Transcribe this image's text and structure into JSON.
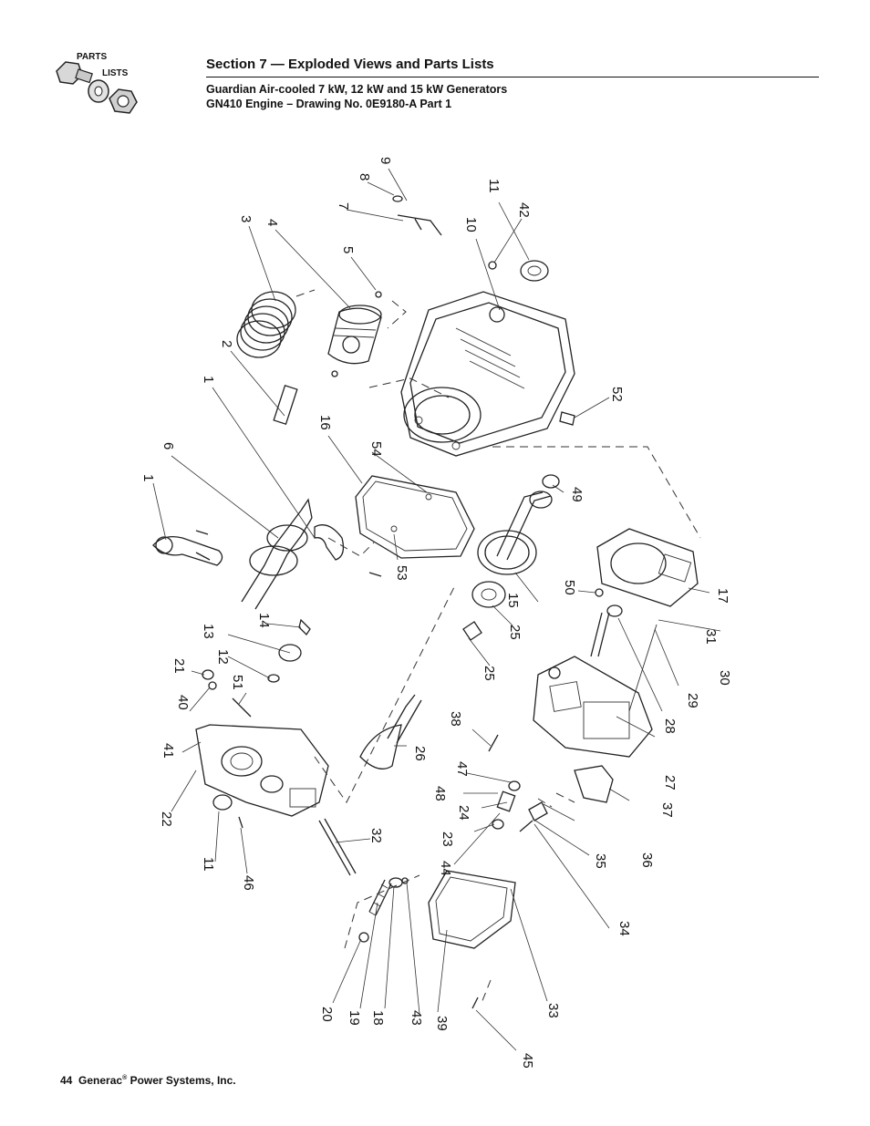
{
  "header": {
    "logo_line1": "PARTS",
    "logo_line2": "LISTS",
    "section_title": "Section 7 — Exploded Views and Parts Lists",
    "subtitle1": "Guardian Air-cooled 7 kW, 12 kW and 15 kW Generators",
    "subtitle2": "GN410 Engine – Drawing No. 0E9180-A Part 1"
  },
  "callouts": [
    {
      "id": "c1a",
      "text": "1"
    },
    {
      "id": "c1b",
      "text": "1"
    },
    {
      "id": "c2",
      "text": "2"
    },
    {
      "id": "c3",
      "text": "3"
    },
    {
      "id": "c4",
      "text": "4"
    },
    {
      "id": "c5",
      "text": "5"
    },
    {
      "id": "c6",
      "text": "6"
    },
    {
      "id": "c7",
      "text": "7"
    },
    {
      "id": "c8",
      "text": "8"
    },
    {
      "id": "c9",
      "text": "9"
    },
    {
      "id": "c10",
      "text": "10"
    },
    {
      "id": "c11a",
      "text": "11"
    },
    {
      "id": "c11b",
      "text": "11"
    },
    {
      "id": "c12",
      "text": "12"
    },
    {
      "id": "c13",
      "text": "13"
    },
    {
      "id": "c14",
      "text": "14"
    },
    {
      "id": "c15",
      "text": "15"
    },
    {
      "id": "c16",
      "text": "16"
    },
    {
      "id": "c17",
      "text": "17"
    },
    {
      "id": "c18",
      "text": "18"
    },
    {
      "id": "c19",
      "text": "19"
    },
    {
      "id": "c20",
      "text": "20"
    },
    {
      "id": "c21",
      "text": "21"
    },
    {
      "id": "c22",
      "text": "22"
    },
    {
      "id": "c23",
      "text": "23"
    },
    {
      "id": "c24",
      "text": "24"
    },
    {
      "id": "c25a",
      "text": "25"
    },
    {
      "id": "c25b",
      "text": "25"
    },
    {
      "id": "c26",
      "text": "26"
    },
    {
      "id": "c27",
      "text": "27"
    },
    {
      "id": "c28",
      "text": "28"
    },
    {
      "id": "c29",
      "text": "29"
    },
    {
      "id": "c30",
      "text": "30"
    },
    {
      "id": "c31",
      "text": "31"
    },
    {
      "id": "c32",
      "text": "32"
    },
    {
      "id": "c33",
      "text": "33"
    },
    {
      "id": "c34",
      "text": "34"
    },
    {
      "id": "c35",
      "text": "35"
    },
    {
      "id": "c36",
      "text": "36"
    },
    {
      "id": "c37",
      "text": "37"
    },
    {
      "id": "c38",
      "text": "38"
    },
    {
      "id": "c39",
      "text": "39"
    },
    {
      "id": "c40",
      "text": "40"
    },
    {
      "id": "c41",
      "text": "41"
    },
    {
      "id": "c42",
      "text": "42"
    },
    {
      "id": "c43",
      "text": "43"
    },
    {
      "id": "c44",
      "text": "44"
    },
    {
      "id": "c45",
      "text": "45"
    },
    {
      "id": "c46",
      "text": "46"
    },
    {
      "id": "c47",
      "text": "47"
    },
    {
      "id": "c48",
      "text": "48"
    },
    {
      "id": "c49",
      "text": "49"
    },
    {
      "id": "c50",
      "text": "50"
    },
    {
      "id": "c51",
      "text": "51"
    },
    {
      "id": "c52",
      "text": "52"
    },
    {
      "id": "c53",
      "text": "53"
    },
    {
      "id": "c54",
      "text": "54"
    }
  ],
  "footer": {
    "page_number": "44",
    "company": "Generac",
    "registered_mark": "®",
    "company_suffix": "Power Systems, Inc."
  }
}
